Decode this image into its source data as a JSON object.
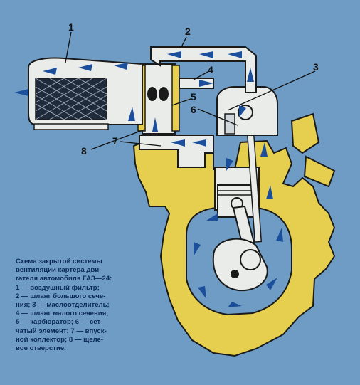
{
  "callouts": {
    "c1": "1",
    "c2": "2",
    "c3": "3",
    "c4": "4",
    "c5": "5",
    "c6": "6",
    "c7": "7",
    "c8": "8"
  },
  "caption": {
    "lines": [
      "Схема закрытой системы",
      "вентиляции картера дви-",
      "гателя автомобиля ГАЗ—24:",
      "1 — воздушный фильтр;",
      "2 — шланг большого сече-",
      "ния; 3 — маслоотделитель;",
      "4 — шланг малого сечения;",
      "5 — карбюратор; 6 — сет-",
      "чатый элемент; 7 — впуск-",
      "ной коллектор; 8 — щеле-",
      "вое отверстие."
    ]
  },
  "colors": {
    "background": "#6e9cc4",
    "engine": "#e6cf4f",
    "parts": "#e9ece9",
    "airflow_arrows": "#1b4f9c",
    "outline": "#1a1a1a"
  }
}
